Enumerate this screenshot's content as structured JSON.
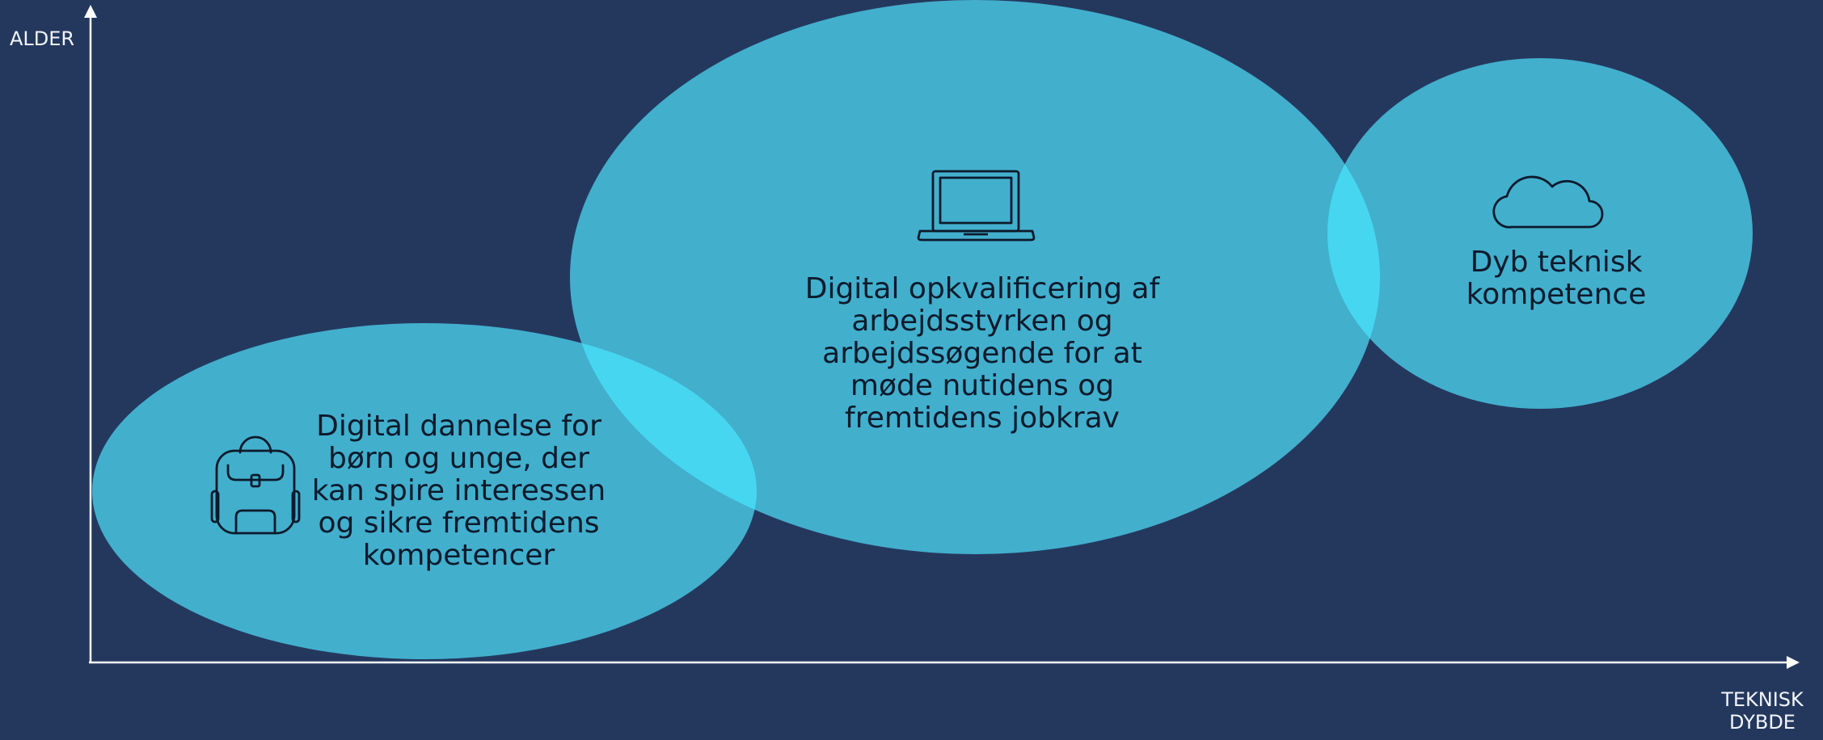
{
  "axes": {
    "y_label": "ALDER",
    "x_label_line1": "TEKNISK",
    "x_label_line2": "DYBDE"
  },
  "colors": {
    "background": "#24385e",
    "bubble": "#42afcd",
    "overlap": "#46d6f0",
    "axis": "#ffffff",
    "text": "#0c1a2b"
  },
  "bubbles": [
    {
      "id": "children",
      "icon": "backpack-icon",
      "lines": [
        "Digital dannelse for",
        "børn og unge, der",
        "kan spire interessen",
        "og sikre fremtidens",
        "kompetencer"
      ]
    },
    {
      "id": "workforce",
      "icon": "laptop-icon",
      "lines": [
        "Digital opkvalificering af",
        "arbejdsstyrken og",
        "arbejdssøgende for at",
        "møde nutidens og",
        "fremtidens jobkrav"
      ]
    },
    {
      "id": "deep-tech",
      "icon": "cloud-icon",
      "lines": [
        "Dyb teknisk",
        "kompetence"
      ]
    }
  ]
}
